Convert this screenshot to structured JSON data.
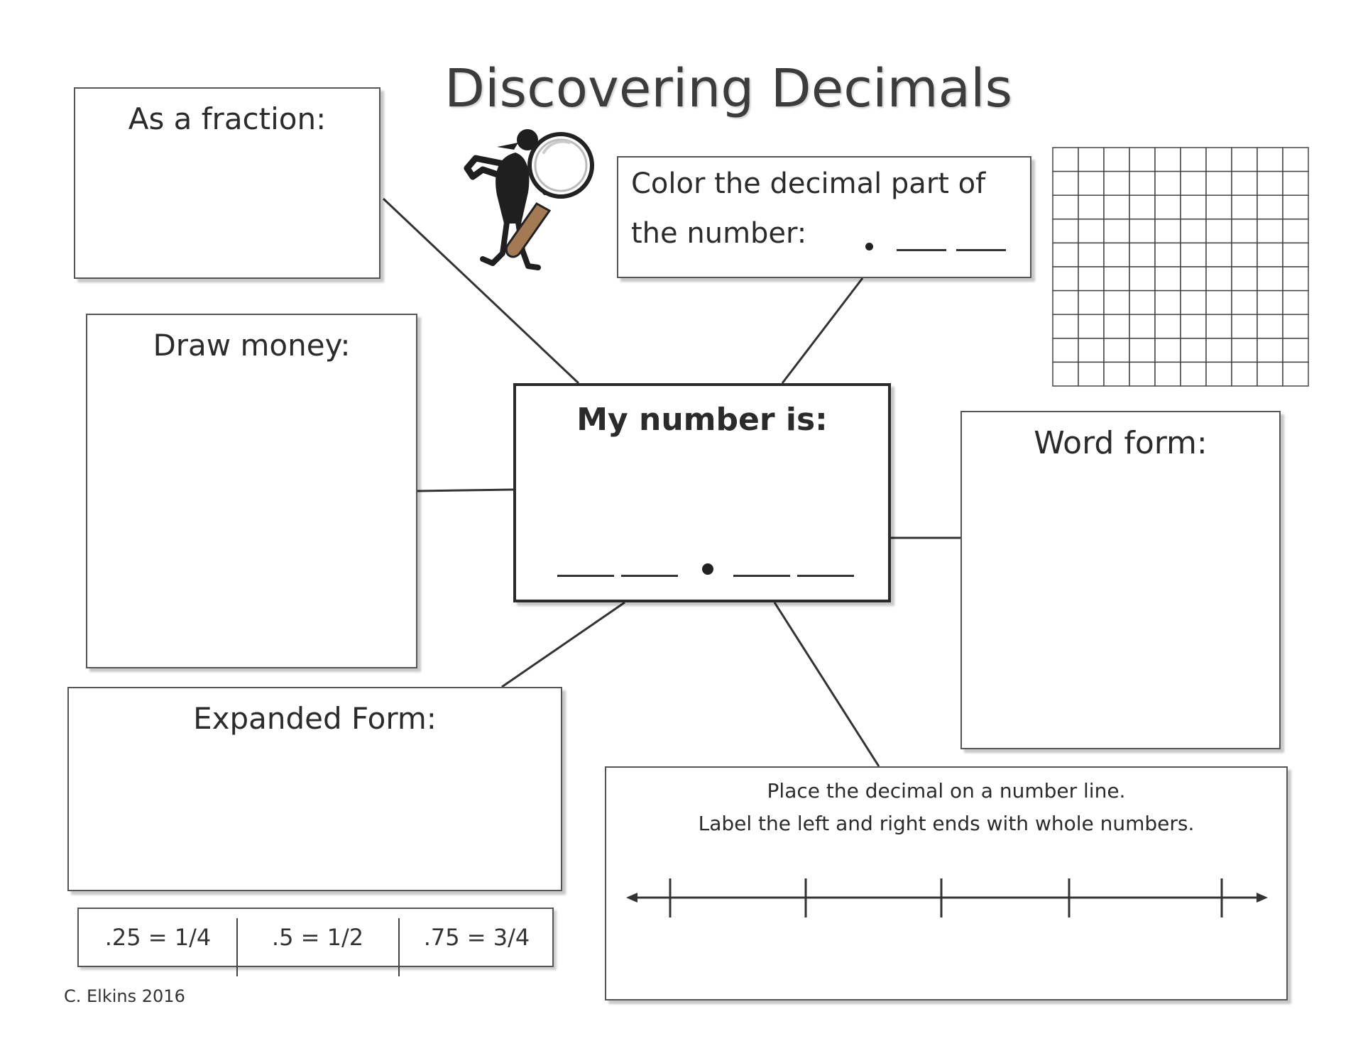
{
  "title": "Discovering Decimals",
  "boxes": {
    "fraction": "As a fraction:",
    "color_decimal": [
      "Color the decimal part of",
      "the number:"
    ],
    "money": "Draw money:",
    "center": "My number is:",
    "word": "Word form:",
    "expanded": "Expanded Form:",
    "number_line": [
      "Place the decimal on a number line.",
      "Label the left and right ends with whole numbers."
    ]
  },
  "equivalents": [
    ".25 = 1/4",
    ".5 = 1/2",
    ".75 = 3/4"
  ],
  "credit": "C. Elkins 2016",
  "icons": [
    "detective-with-magnifying-glass-icon"
  ],
  "colors": {
    "magnifier_handle": "#a47a55",
    "lines": "#333333"
  }
}
